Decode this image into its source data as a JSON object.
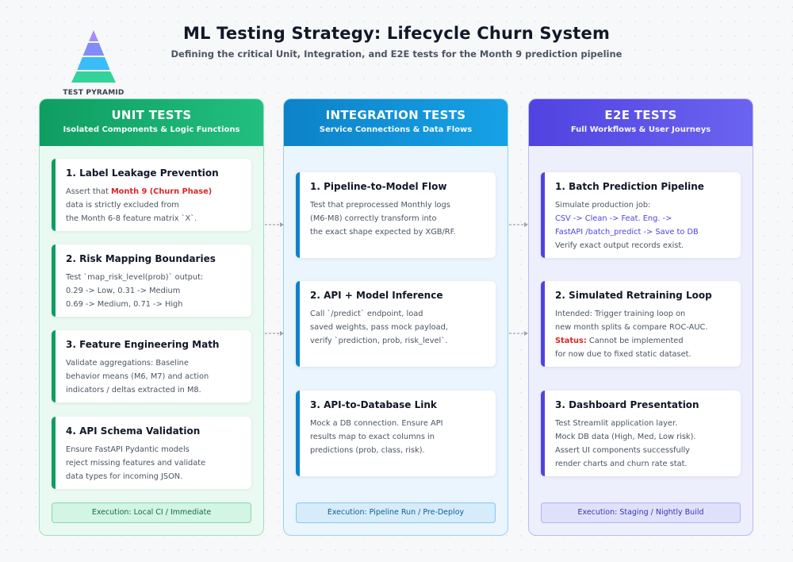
{
  "header": {
    "title": "ML Testing Strategy: Lifecycle Churn System",
    "subtitle": "Defining the critical Unit, Integration, and E2E tests for the Month 9 prediction pipeline",
    "pyramid_label": "TEST PYRAMID"
  },
  "colors": {
    "unit": "#0f9d62",
    "integration": "#0d82c8",
    "e2e": "#5043e0",
    "highlight_red": "#dc2626"
  },
  "columns": {
    "unit": {
      "title": "UNIT TESTS",
      "subtitle": "Isolated Components & Logic Functions",
      "footer": "Execution: Local CI / Immediate",
      "cards": [
        {
          "title": "1. Label Leakage Prevention",
          "line1_pre": "Assert that ",
          "line1_hl": "Month 9 (Churn Phase)",
          "line2": "data is strictly excluded from",
          "line3": "the Month 6-8 feature matrix `X`."
        },
        {
          "title": "2. Risk Mapping Boundaries",
          "line1": "Test `map_risk_level(prob)` output:",
          "line2": "0.29 -> Low, 0.31 -> Medium",
          "line3": "0.69 -> Medium, 0.71 -> High"
        },
        {
          "title": "3. Feature Engineering Math",
          "line1": "Validate aggregations: Baseline",
          "line2": "behavior means (M6, M7) and action",
          "line3": "indicators / deltas extracted in M8."
        },
        {
          "title": "4. API Schema Validation",
          "line1": "Ensure FastAPI Pydantic models",
          "line2": "reject missing features and validate",
          "line3": "data types for incoming JSON."
        }
      ]
    },
    "integration": {
      "title": "INTEGRATION TESTS",
      "subtitle": "Service Connections & Data Flows",
      "footer": "Execution: Pipeline Run / Pre-Deploy",
      "cards": [
        {
          "title": "1. Pipeline-to-Model Flow",
          "line1": "Test that preprocessed Monthly logs",
          "line2": "(M6-M8) correctly transform into",
          "line3": "the exact shape expected by XGB/RF."
        },
        {
          "title": "2. API + Model Inference",
          "line1": "Call `/predict` endpoint, load",
          "line2": "saved weights, pass mock payload,",
          "line3": "verify `prediction, prob, risk_level`."
        },
        {
          "title": "3. API-to-Database Link",
          "line1": "Mock a DB connection. Ensure API",
          "line2": "results map to exact columns in",
          "line3": "predictions (prob, class, risk)."
        }
      ]
    },
    "e2e": {
      "title": "E2E TESTS",
      "subtitle": "Full Workflows & User Journeys",
      "footer": "Execution: Staging / Nightly Build",
      "cards": [
        {
          "title": "1. Batch Prediction Pipeline",
          "line1": "Simulate production job:",
          "line2": "CSV -> Clean -> Feat. Eng. ->",
          "line3": "FastAPI /batch_predict -> Save to DB",
          "line4": "Verify exact output records exist."
        },
        {
          "title": "2. Simulated Retraining Loop",
          "line1": "Intended: Trigger training loop on",
          "line2": "new month splits & compare ROC-AUC.",
          "line3_label": "Status:",
          "line3_rest": " Cannot be implemented",
          "line4": "for now due to fixed static dataset."
        },
        {
          "title": "3. Dashboard Presentation",
          "line1": "Test Streamlit application layer.",
          "line2": "Mock DB data (High, Med, Low risk).",
          "line3": "Assert UI components successfully",
          "line4": "render charts and churn rate stat."
        }
      ]
    }
  }
}
